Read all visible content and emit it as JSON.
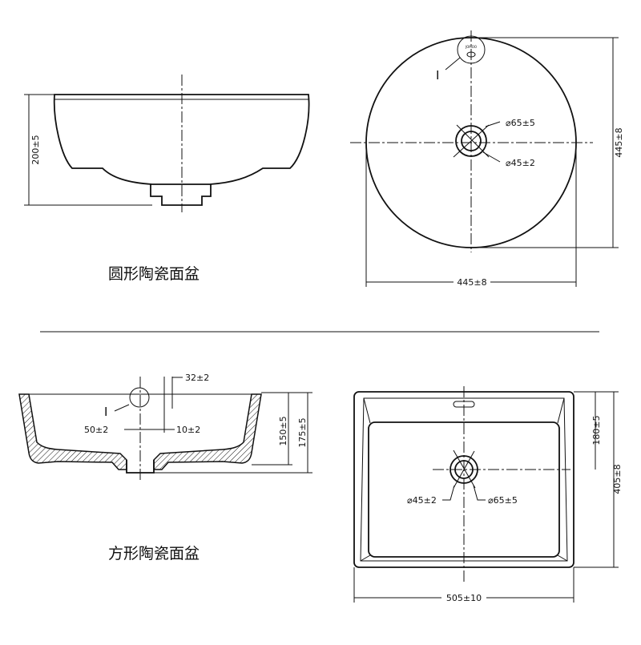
{
  "round_basin": {
    "title": "圆形陶瓷面盆",
    "side_view": {
      "height_dim": "200±5"
    },
    "top_view": {
      "outer_dia_dim": "⌀65±5",
      "inner_dia_dim": "⌀45±2",
      "width_dim": "445±8",
      "depth_dim": "445±8",
      "overflow_label": "I"
    }
  },
  "square_basin": {
    "title": "方形陶瓷面盆",
    "side_view": {
      "overflow_offset_dim": "32±2",
      "overflow_width_dim": "50±2",
      "overflow_height_dim": "10±2",
      "inner_height_dim": "150±5",
      "total_height_dim": "175±5",
      "overflow_label": "I"
    },
    "top_view": {
      "center_offset_dim": "180±5",
      "depth_dim": "405±8",
      "inner_dia_dim": "⌀45±2",
      "outer_dia_dim": "⌀65±5",
      "width_dim": "505±10"
    }
  }
}
